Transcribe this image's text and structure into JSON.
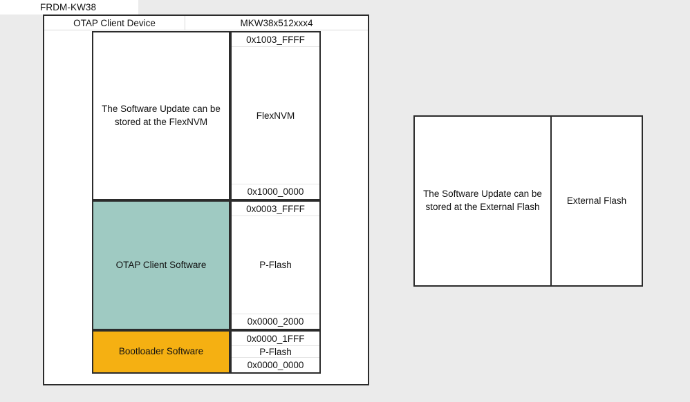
{
  "tab": {
    "label": "FRDM-KW38"
  },
  "device_panel": {
    "header": {
      "left": "OTAP Client Device",
      "right": "MKW38x512xxx4"
    },
    "regions": [
      {
        "id": "flexnvm",
        "description": "The Software Update can be stored at the FlexNVM",
        "memory_name": "FlexNVM",
        "addr_top": "0x1003_FFFF",
        "addr_bottom": "0x1000_0000",
        "fill": "#ffffff"
      },
      {
        "id": "otap-client-software",
        "description": "OTAP Client Software",
        "memory_name": "P-Flash",
        "addr_top": "0x0003_FFFF",
        "addr_bottom": "0x0000_2000",
        "fill": "#9fcac2"
      },
      {
        "id": "bootloader-software",
        "description": "Bootloader Software",
        "memory_name": "P-Flash",
        "addr_top": "0x0000_1FFF",
        "addr_bottom": "0x0000_0000",
        "fill": "#f5b012"
      }
    ]
  },
  "external_panel": {
    "description": "The Software Update can be stored at the External Flash",
    "memory_name": "External Flash"
  },
  "colors": {
    "background": "#ebebeb",
    "outline": "#2b2b2b",
    "teal": "#9fcac2",
    "orange": "#f5b012",
    "white": "#ffffff",
    "text": "#111111"
  }
}
